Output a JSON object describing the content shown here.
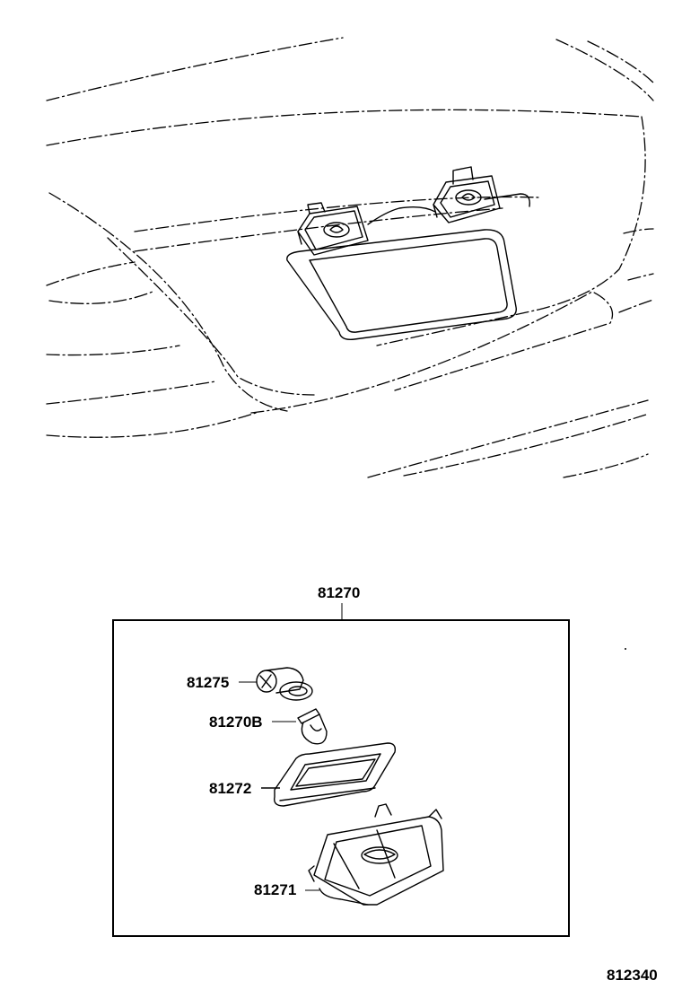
{
  "diagram": {
    "assembly_label": "81270",
    "parts": [
      {
        "id": "socket",
        "label": "81275"
      },
      {
        "id": "bulb",
        "label": "81270B"
      },
      {
        "id": "gasket",
        "label": "81272"
      },
      {
        "id": "lens",
        "label": "81271"
      }
    ],
    "figure_number": "812340"
  },
  "colors": {
    "line": "#000000",
    "background": "#ffffff"
  }
}
